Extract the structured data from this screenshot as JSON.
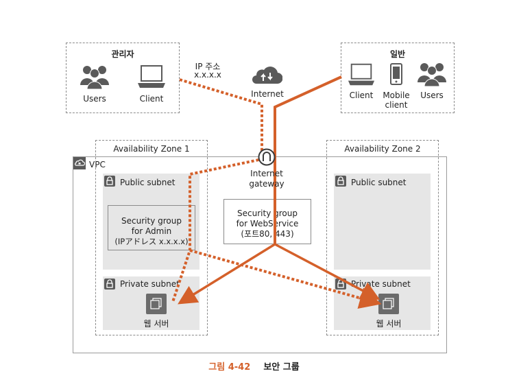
{
  "admin": {
    "title": "관리자",
    "users_label": "Users",
    "client_label": "Client"
  },
  "general": {
    "title": "일반",
    "client_label": "Client",
    "mobile_label_1": "Mobile",
    "mobile_label_2": "client",
    "users_label": "Users"
  },
  "ip_note": {
    "line1": "IP 주소",
    "line2": "x.x.x.x"
  },
  "internet": {
    "label": "Internet"
  },
  "igw": {
    "line1": "Internet",
    "line2": "gateway"
  },
  "vpc": {
    "label": "VPC"
  },
  "az1": {
    "label": "Availability Zone 1",
    "public_subnet": "Public subnet",
    "private_subnet": "Private subnet",
    "server_label": "웹 서버"
  },
  "az2": {
    "label": "Availability Zone 2",
    "public_subnet": "Public subnet",
    "private_subnet": "Private subnet",
    "server_label": "웹 서버"
  },
  "sg_admin": {
    "line1": "Security group",
    "line2": "for Admin",
    "line3": "(IPアドレス x.x.x.x)"
  },
  "sg_web": {
    "line1": "Security group",
    "line2": "for WebService",
    "line3": "(포트80, 443)"
  },
  "caption": {
    "number": "그림 4-42",
    "title": "보안 그룹"
  },
  "colors": {
    "accent": "#d4602a",
    "caption_number": "#d4602a",
    "icon": "#5a5a5a",
    "subnet_fill": "#e6e6e6"
  },
  "icons": [
    "users-icon",
    "client-icon",
    "mobile-client-icon",
    "cloud-internet-icon",
    "internet-gateway-icon",
    "lock-icon",
    "vpc-cloud-icon",
    "web-server-icon"
  ]
}
